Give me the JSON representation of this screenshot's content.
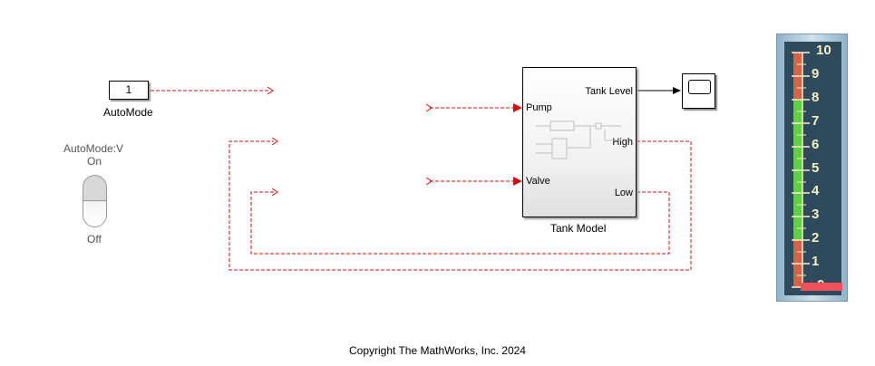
{
  "constant_block": {
    "value": "1",
    "label": "AutoMode"
  },
  "toggle_switch": {
    "title": "AutoMode:V",
    "on_label": "On",
    "off_label": "Off"
  },
  "tank_model": {
    "label": "Tank Model",
    "inputs": {
      "pump": "Pump",
      "valve": "Valve"
    },
    "outputs": {
      "tank_level": "Tank Level",
      "high": "High",
      "low": "Low"
    }
  },
  "gauge": {
    "ticks": [
      "10",
      "9",
      "8",
      "7",
      "6",
      "5",
      "4",
      "3",
      "2",
      "1",
      "0"
    ],
    "value": 0,
    "colors": {
      "red_band": "#d9604a",
      "green_band": "#5fd040",
      "needle": "#f0505a",
      "face": "#2e4a5c"
    }
  },
  "footer": {
    "copyright": "Copyright The MathWorks, Inc. 2024"
  },
  "colors": {
    "signal_dashed": "#d01010",
    "signal_solid": "#000000"
  }
}
